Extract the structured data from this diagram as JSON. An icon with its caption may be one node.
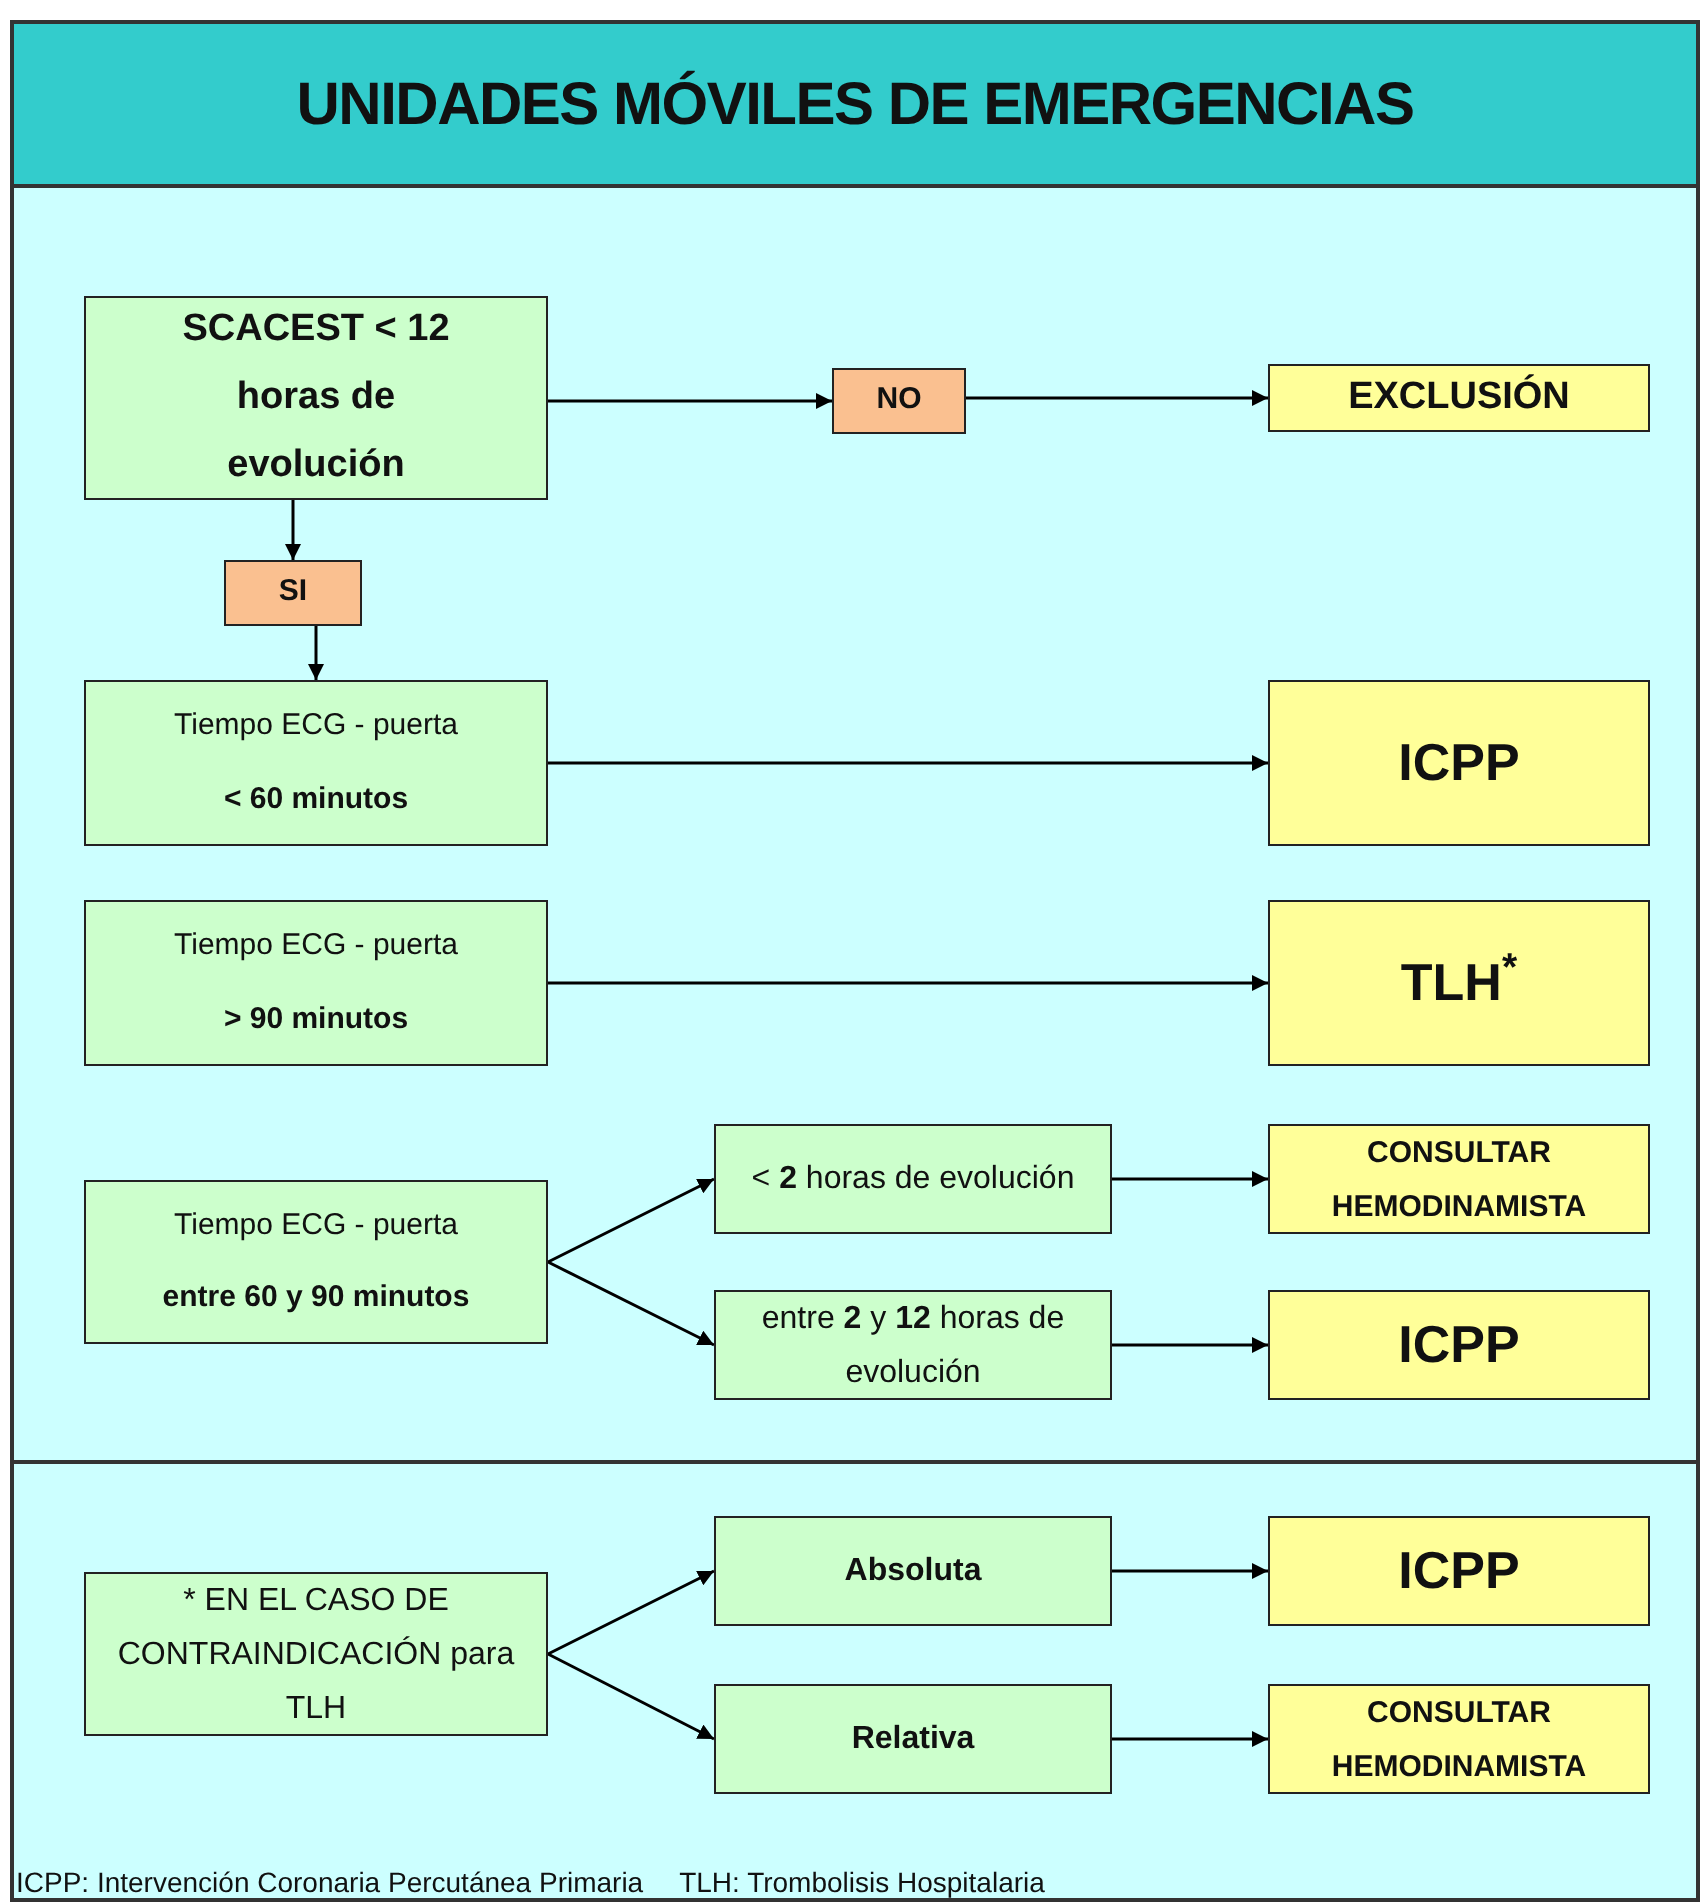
{
  "diagram": {
    "title": "UNIDADES MÓVILES DE EMERGENCIAS",
    "nodes": [
      {
        "text": [
          "SCACEST < 12 horas de evolución"
        ]
      },
      {
        "text": [
          "NO"
        ]
      },
      {
        "text": [
          "EXCLUSIÓN"
        ]
      },
      {
        "text": [
          "SI"
        ]
      },
      {
        "text": [
          "Tiempo ECG - puerta",
          "< 60 minutos"
        ]
      },
      {
        "text": [
          "ICPP"
        ]
      },
      {
        "text": [
          "Tiempo ECG - puerta",
          "> 90 minutos"
        ]
      },
      {
        "text": [
          "TLH$^{*}$"
        ]
      },
      {
        "text": [
          "Tiempo ECG - puerta",
          "entre 60 y 90 minutos"
        ]
      },
      {
        "text": [
          "< **2** horas de evolución"
        ]
      },
      {
        "text": [
          "CONSULTAR HEMODINAMISTA"
        ]
      },
      {
        "text": [
          "entre **2** y **12** horas de evolución"
        ]
      },
      {
        "text": [
          "ICPP"
        ]
      },
      {
        "text": [
          "* EN EL CASO DE CONTRAINDICACIÓN para TLH"
        ]
      },
      {
        "text": [
          "Absoluta"
        ]
      },
      {
        "text": [
          "ICPP"
        ]
      },
      {
        "text": [
          "Relativa"
        ]
      },
      {
        "text": [
          "CONSULTAR HEMODINAMISTA"
        ]
      }
    ],
    "edges": [
      {
        "from": 0,
        "to": 1,
        "arrow": "to"
      },
      {
        "from": 1,
        "to": 2,
        "arrow": "to"
      },
      {
        "from": 0,
        "to": 3,
        "arrow": "to"
      },
      {
        "from": 3,
        "to": 4,
        "arrow": "to"
      },
      {
        "from": 4,
        "to": 5,
        "arrow": "to"
      },
      {
        "from": 6,
        "to": 7,
        "arrow": "to"
      },
      {
        "from": 8,
        "to": 9,
        "arrow": "to"
      },
      {
        "from": 8,
        "to": 11,
        "arrow": "to"
      },
      {
        "from": 9,
        "to": 10,
        "arrow": "to"
      },
      {
        "from": 11,
        "to": 12,
        "arrow": "to"
      },
      {
        "from": 13,
        "to": 14,
        "arrow": "to"
      },
      {
        "from": 13,
        "to": 16,
        "arrow": "to"
      },
      {
        "from": 14,
        "to": 15,
        "arrow": "to"
      },
      {
        "from": 16,
        "to": 17,
        "arrow": "to"
      }
    ],
    "labels": [
      "ICPP: Intervención Coronaria Percutánea Primaria",
      "TLH: Trombolisis Hospitalaria"
    ]
  }
}
